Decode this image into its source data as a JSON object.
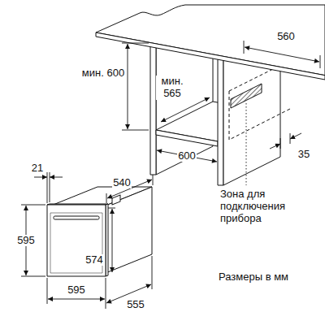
{
  "diagram": {
    "labels": [
      "мин. 600",
      "мин. 565",
      "560",
      "600",
      "35",
      "Зона для подключения прибора",
      "21",
      "540",
      "595",
      "574",
      "595",
      "555",
      "Размеры в мм"
    ]
  }
}
